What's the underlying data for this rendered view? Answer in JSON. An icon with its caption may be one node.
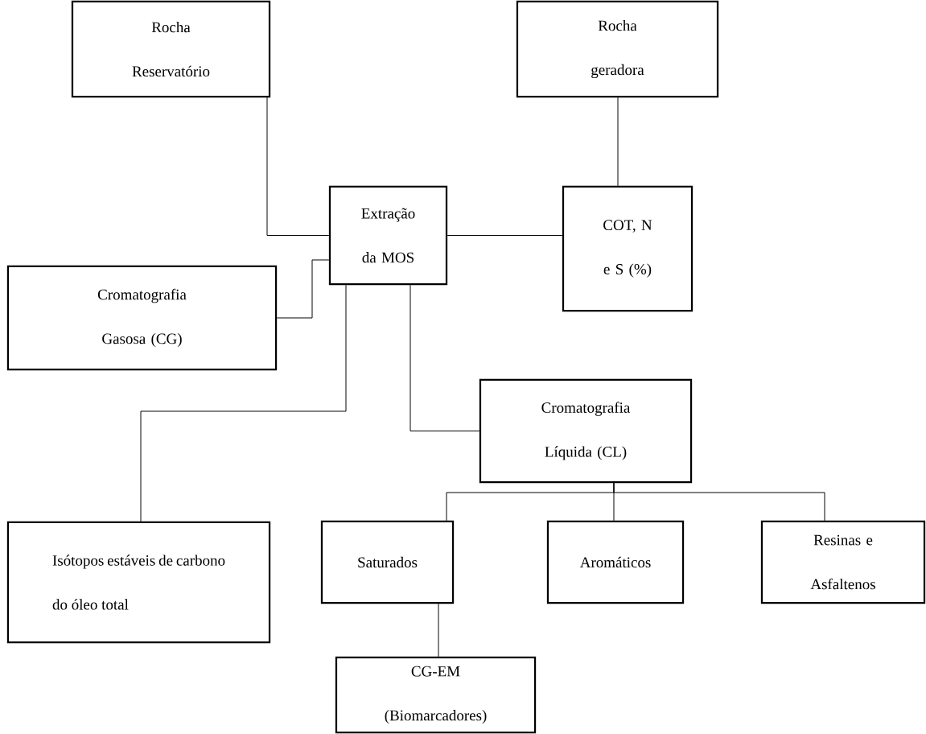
{
  "diagram": {
    "nodes": [
      {
        "text": [
          "Rocha Reservatório"
        ]
      },
      {
        "text": [
          "Rocha geradora"
        ]
      },
      {
        "text": [
          "Extração da MOS"
        ]
      },
      {
        "text": [
          "COT, N e S (%)"
        ]
      },
      {
        "text": [
          "Cromatografia Gasosa (CG)"
        ]
      },
      {
        "text": [
          "Cromatografia Líquida (CL)"
        ]
      },
      {
        "text": [
          "Saturados"
        ]
      },
      {
        "text": [
          "Aromáticos"
        ]
      },
      {
        "text": [
          "Resinas e Asfaltenos"
        ]
      },
      {
        "text": [
          "Isótopos estáveis de carbono do óleo total"
        ]
      },
      {
        "text": [
          "CG-EM (Biomarcadores)"
        ]
      }
    ],
    "edges": [
      {
        "from": 0,
        "to": 2,
        "arrow": "none"
      },
      {
        "from": 1,
        "to": 3,
        "arrow": "none"
      },
      {
        "from": 2,
        "to": 3,
        "arrow": "none"
      },
      {
        "from": 2,
        "to": 4,
        "arrow": "none"
      },
      {
        "from": 2,
        "to": 9,
        "arrow": "none"
      },
      {
        "from": 2,
        "to": 5,
        "arrow": "none"
      },
      {
        "from": 5,
        "to": 6,
        "arrow": "none"
      },
      {
        "from": 5,
        "to": 7,
        "arrow": "none"
      },
      {
        "from": 5,
        "to": 8,
        "arrow": "none"
      },
      {
        "from": 6,
        "to": 10,
        "arrow": "none"
      }
    ]
  }
}
